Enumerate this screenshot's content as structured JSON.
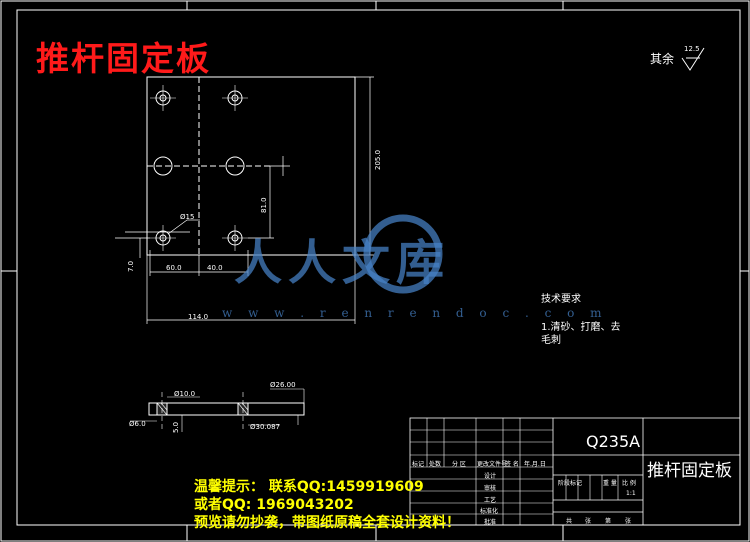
{
  "colors": {
    "background": "#000000",
    "lines": "#ffffff",
    "title": "#ff1a1a",
    "promo": "#ffff00",
    "watermark": "#4682c8"
  },
  "header": {
    "title": "推杆固定板"
  },
  "roughness": {
    "label": "其余",
    "value": "12.5"
  },
  "dimensions": {
    "height": "205.0",
    "hole_pitch_v": "81.0",
    "hole_pitch_h1": "60.0",
    "hole_pitch_h2": "40.0",
    "width": "114.0",
    "offset": "7.0",
    "hole_dia": "Ø15",
    "section_dia": "Ø10.0",
    "section_dia2": "Ø26.00",
    "section_small": "Ø6.0",
    "section_thk": "5.0",
    "section_bottom": "Ø30.087"
  },
  "tech": {
    "title": "技术要求",
    "line1": "1.清砂、打磨、去",
    "line2": "毛刺"
  },
  "title_block": {
    "material": "Q235A",
    "part_name": "推杆固定板",
    "row_labels": [
      "标记",
      "处数",
      "分 区",
      "更改文件号",
      "签 名",
      "年.月.日"
    ],
    "side_labels": [
      "设计",
      "审核",
      "工艺",
      "标准化",
      "批准"
    ],
    "stage_labels": [
      "阶段标记",
      "重 量",
      "比 例"
    ],
    "scale": "1:1",
    "sheet_labels": [
      "共",
      "张",
      "第",
      "张"
    ]
  },
  "watermark": {
    "text": "人人文库",
    "url": "w w w . r e n r e n d o c . c o m"
  },
  "promo": {
    "line1": "温馨提示： 联系QQ:1459919609",
    "line2": "或者QQ: 1969043202",
    "line3": "预览请勿抄袭，带图纸原稿全套设计资料！"
  }
}
